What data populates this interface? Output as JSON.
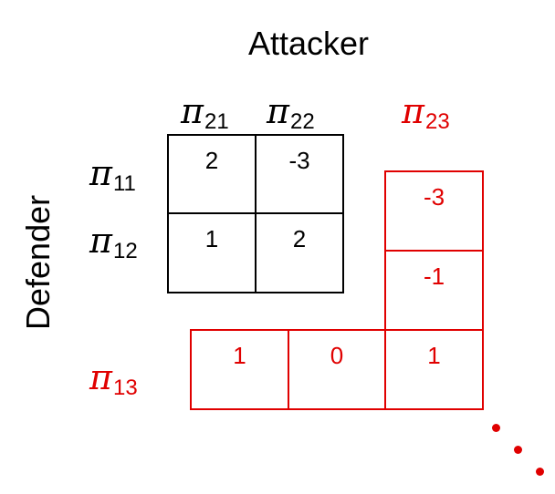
{
  "axis_labels": {
    "attacker": "Attacker",
    "defender": "Defender"
  },
  "strategies": {
    "pi21": {
      "base": "π",
      "sub": "21"
    },
    "pi22": {
      "base": "π",
      "sub": "22"
    },
    "pi23": {
      "base": "π",
      "sub": "23"
    },
    "pi11": {
      "base": "π",
      "sub": "11"
    },
    "pi12": {
      "base": "π",
      "sub": "12"
    },
    "pi13": {
      "base": "π",
      "sub": "13"
    }
  },
  "payoff_matrix": [
    [
      "2",
      "-3"
    ],
    [
      "1",
      "2"
    ]
  ],
  "added_column_values": [
    "-3",
    "-1"
  ],
  "added_row_values": [
    "1",
    "0",
    "1"
  ],
  "colors": {
    "original": "#000000",
    "added": "#e00000"
  }
}
